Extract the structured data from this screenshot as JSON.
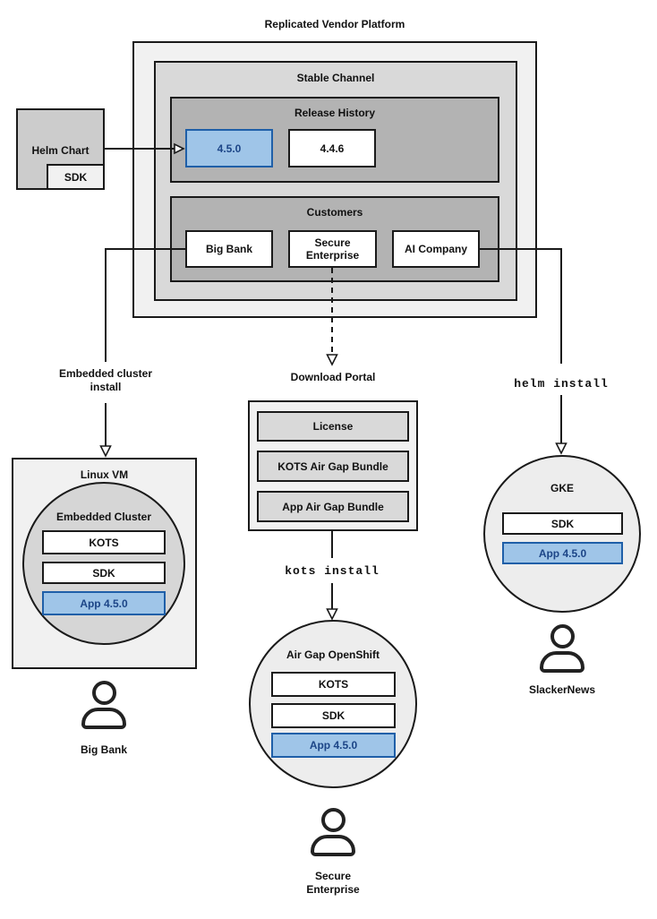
{
  "colors": {
    "outer_fill": "#f1f1f1",
    "mid_fill": "#d9d9d9",
    "inner_fill": "#b3b3b3",
    "helm_fill": "#cccccc",
    "circle_gray_fill": "#d6d6d6",
    "circle_light_fill": "#ededed",
    "highlight_fill": "#9fc5e8",
    "highlight_border": "#1f5fa8",
    "highlight_text": "#1c4587",
    "line": "#1a1a1a"
  },
  "platform": {
    "title": "Replicated Vendor Platform",
    "stable_channel": {
      "label": "Stable Channel",
      "release_history": {
        "label": "Release History",
        "releases": [
          "4.5.0",
          "4.4.6"
        ]
      },
      "customers": {
        "label": "Customers",
        "items": [
          "Big Bank",
          "Secure Enterprise",
          "AI Company"
        ]
      }
    }
  },
  "helm_chart": {
    "label": "Helm Chart",
    "sdk": "SDK"
  },
  "edges": {
    "embedded_install": "Embedded cluster install",
    "helm_install": "helm install",
    "kots_install": "kots install"
  },
  "download_portal": {
    "label": "Download Portal",
    "items": [
      "License",
      "KOTS Air Gap Bundle",
      "App Air Gap Bundle"
    ]
  },
  "linux_vm": {
    "label": "Linux VM",
    "cluster": {
      "label": "Embedded Cluster",
      "components": [
        "KOTS",
        "SDK",
        "App 4.5.0"
      ]
    },
    "user": "Big Bank"
  },
  "openshift": {
    "label": "Air Gap OpenShift",
    "components": [
      "KOTS",
      "SDK",
      "App 4.5.0"
    ],
    "user": "Secure Enterprise"
  },
  "gke": {
    "label": "GKE",
    "components": [
      "SDK",
      "App 4.5.0"
    ],
    "user": "SlackerNews"
  }
}
